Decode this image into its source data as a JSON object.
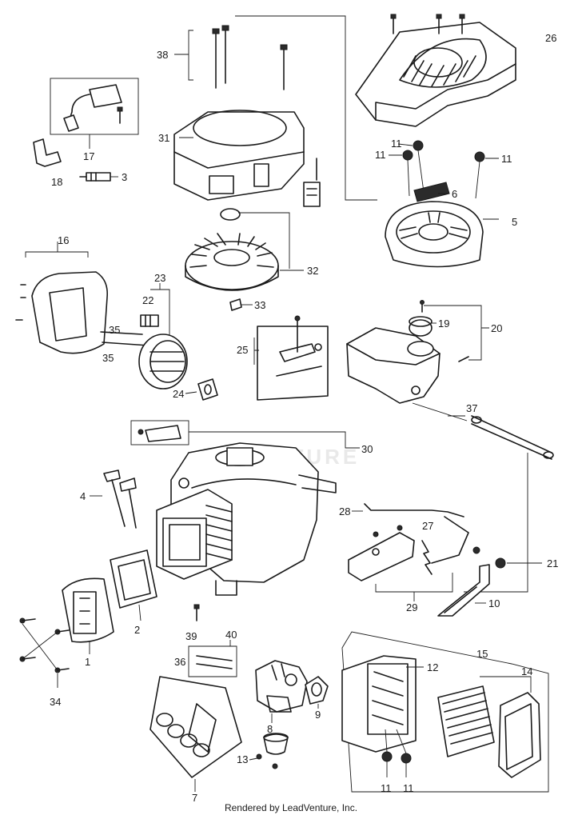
{
  "watermark": "VENTURE",
  "footer": "Rendered by LeadVenture, Inc.",
  "callouts": {
    "c1": "1",
    "c2": "2",
    "c3": "3",
    "c4": "4",
    "c5": "5",
    "c6": "6",
    "c7": "7",
    "c8": "8",
    "c9": "9",
    "c10": "10",
    "c11a": "11",
    "c11b": "11",
    "c11c": "11",
    "c11d": "11",
    "c11e": "11",
    "c12": "12",
    "c13": "13",
    "c14": "14",
    "c15": "15",
    "c16": "16",
    "c17": "17",
    "c18": "18",
    "c19": "19",
    "c20": "20",
    "c21": "21",
    "c22": "22",
    "c23": "23",
    "c24": "24",
    "c25": "25",
    "c26": "26",
    "c27": "27",
    "c28": "28",
    "c29": "29",
    "c30": "30",
    "c31": "31",
    "c32": "32",
    "c33": "33",
    "c34": "34",
    "c35a": "35",
    "c35b": "35",
    "c36": "36",
    "c37": "37",
    "c38": "38",
    "c39": "39",
    "c40": "40"
  },
  "colors": {
    "ink": "#1a1a1a",
    "watermark": "#e9e9e9",
    "background": "#ffffff"
  }
}
